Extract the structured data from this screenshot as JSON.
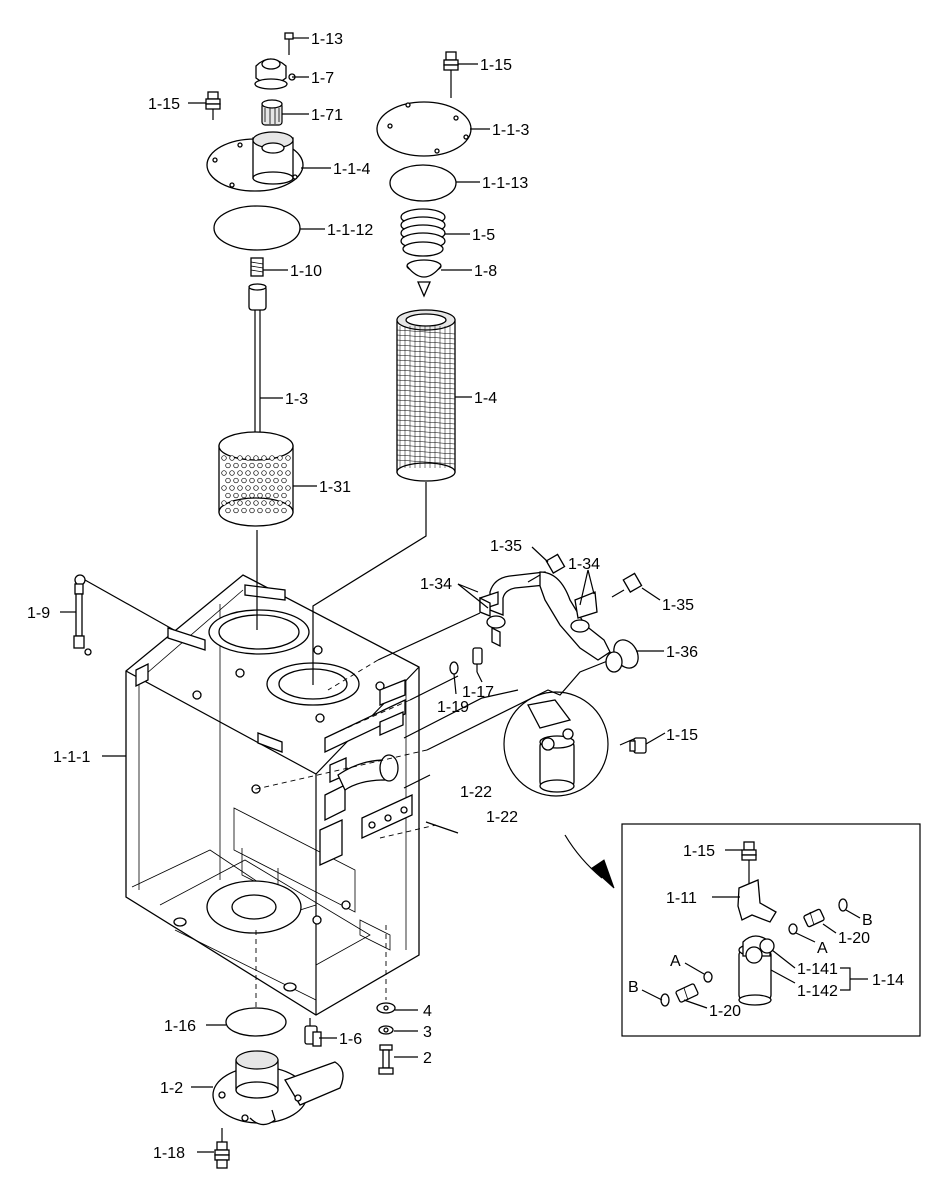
{
  "labels": {
    "l1_13": "1-13",
    "l1_7": "1-7",
    "l1_15_top_left": "1-15",
    "l1_71": "1-71",
    "l1_1_4": "1-1-4",
    "l1_1_12": "1-1-12",
    "l1_10": "1-10",
    "l1_3": "1-3",
    "l1_31": "1-31",
    "l1_15_top_right": "1-15",
    "l1_1_3": "1-1-3",
    "l1_1_13": "1-1-13",
    "l1_5": "1-5",
    "l1_8": "1-8",
    "l1_4": "1-4",
    "l1_35_left": "1-35",
    "l1_34_left": "1-34",
    "l1_34_right": "1-34",
    "l1_35_right": "1-35",
    "l1_36": "1-36",
    "l1_9": "1-9",
    "l1_17": "1-17",
    "l1_19": "1-19",
    "l1_15_mid": "1-15",
    "l1_1_1": "1-1-1",
    "l1_22_a": "1-22",
    "l1_22_b": "1-22",
    "l1_16": "1-16",
    "l1_6": "1-6",
    "l4": "4",
    "l3": "3",
    "l2": "2",
    "l1_2": "1-2",
    "l1_18": "1-18"
  },
  "detail": {
    "l1_15": "1-15",
    "l1_11": "1-11",
    "lB_right": "B",
    "lA_right": "A",
    "l1_20_right": "1-20",
    "lA_left": "A",
    "l1_141": "1-141",
    "l1_14": "1-14",
    "lB_left": "B",
    "l1_142": "1-142",
    "l1_20_left": "1-20"
  }
}
